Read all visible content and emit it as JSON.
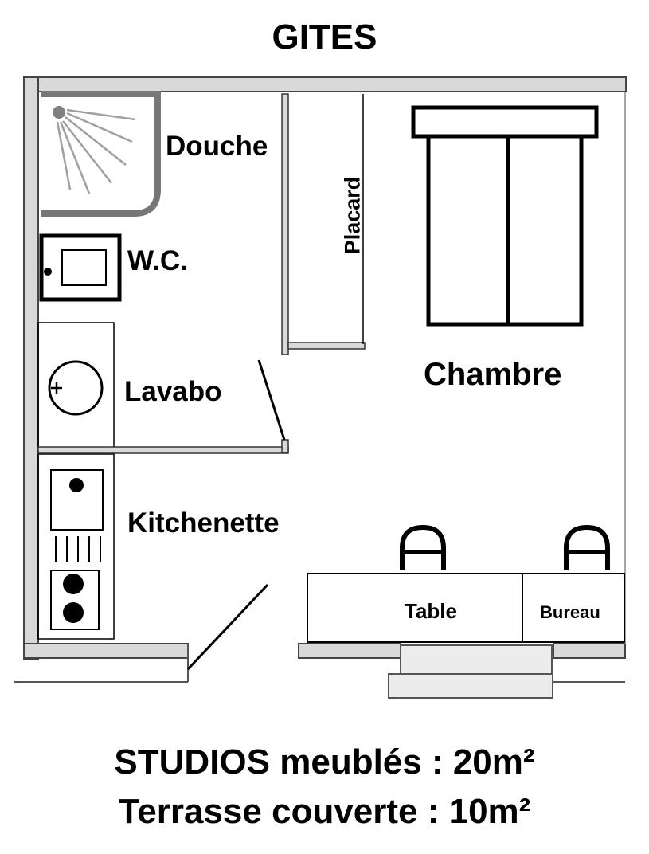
{
  "title": "GITES",
  "rooms": {
    "douche": "Douche",
    "wc": "W.C.",
    "placard": "Placard",
    "chambre": "Chambre",
    "lavabo": "Lavabo",
    "kitchenette": "Kitchenette",
    "table": "Table",
    "bureau": "Bureau"
  },
  "footer": {
    "line1": "STUDIOS meublés :  20m²",
    "line2": "Terrasse couverte :  10m²"
  },
  "colors": {
    "ink": "#000000",
    "wall_fill": "#d9d9d9",
    "shower_head": "#808080",
    "shower_rays": "#a0a0a0"
  }
}
